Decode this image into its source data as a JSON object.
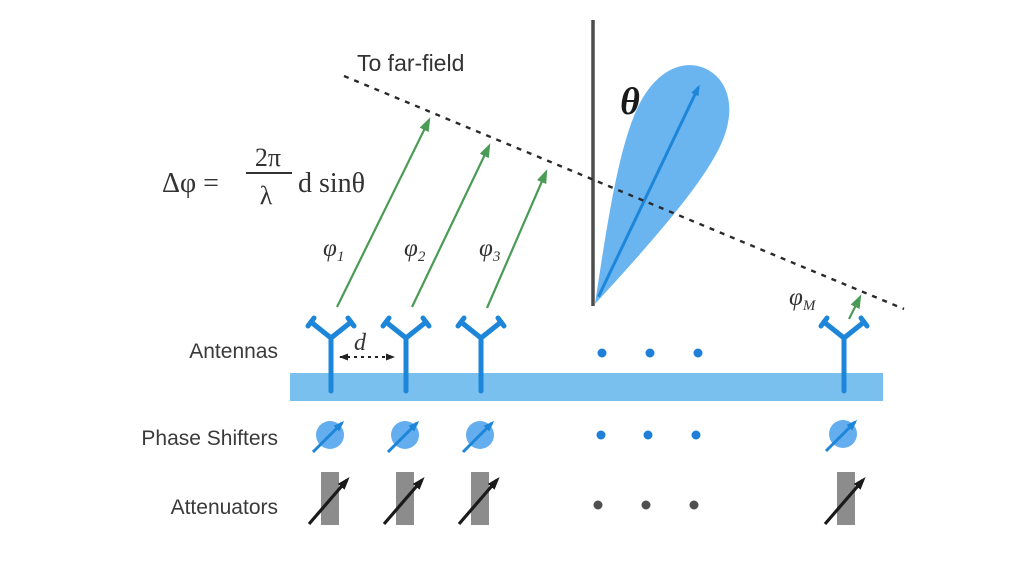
{
  "formula": {
    "lhs": "Δφ =",
    "numerator": "2π",
    "denominator": "λ",
    "rhs": "d sinθ"
  },
  "labels": {
    "far_field": "To far-field",
    "beam_angle": "θ",
    "element_spacing": "d",
    "antennas_row": "Antennas",
    "phase_shifters_row": "Phase Shifters",
    "attenuators_row": "Attenuators"
  },
  "phase_labels": [
    {
      "symbol": "φ",
      "sub": "1"
    },
    {
      "symbol": "φ",
      "sub": "2"
    },
    {
      "symbol": "φ",
      "sub": "3"
    },
    {
      "symbol": "φ",
      "sub": "M"
    }
  ],
  "icons": {
    "antenna": "antenna-icon",
    "phase_shifter": "phase-shifter-icon",
    "attenuator": "attenuator-icon",
    "beam": "beam-lobe",
    "wavefront": "far-field-wavefront-line",
    "ellipsis": "ellipsis-dots"
  },
  "colors": {
    "accent_blue": "#1e86d8",
    "light_blue": "#6ab4f0",
    "bar_blue": "#79c0ef",
    "shifter_blue": "#64aef0",
    "green": "#4a9b55",
    "gray": "#8c8c8c",
    "ink": "#333333",
    "label_gray": "#3a3a3a",
    "axis_gray": "#4d4d4d",
    "dot_blue": "#1f7fd8",
    "dot_gray": "#4f4f4f"
  }
}
